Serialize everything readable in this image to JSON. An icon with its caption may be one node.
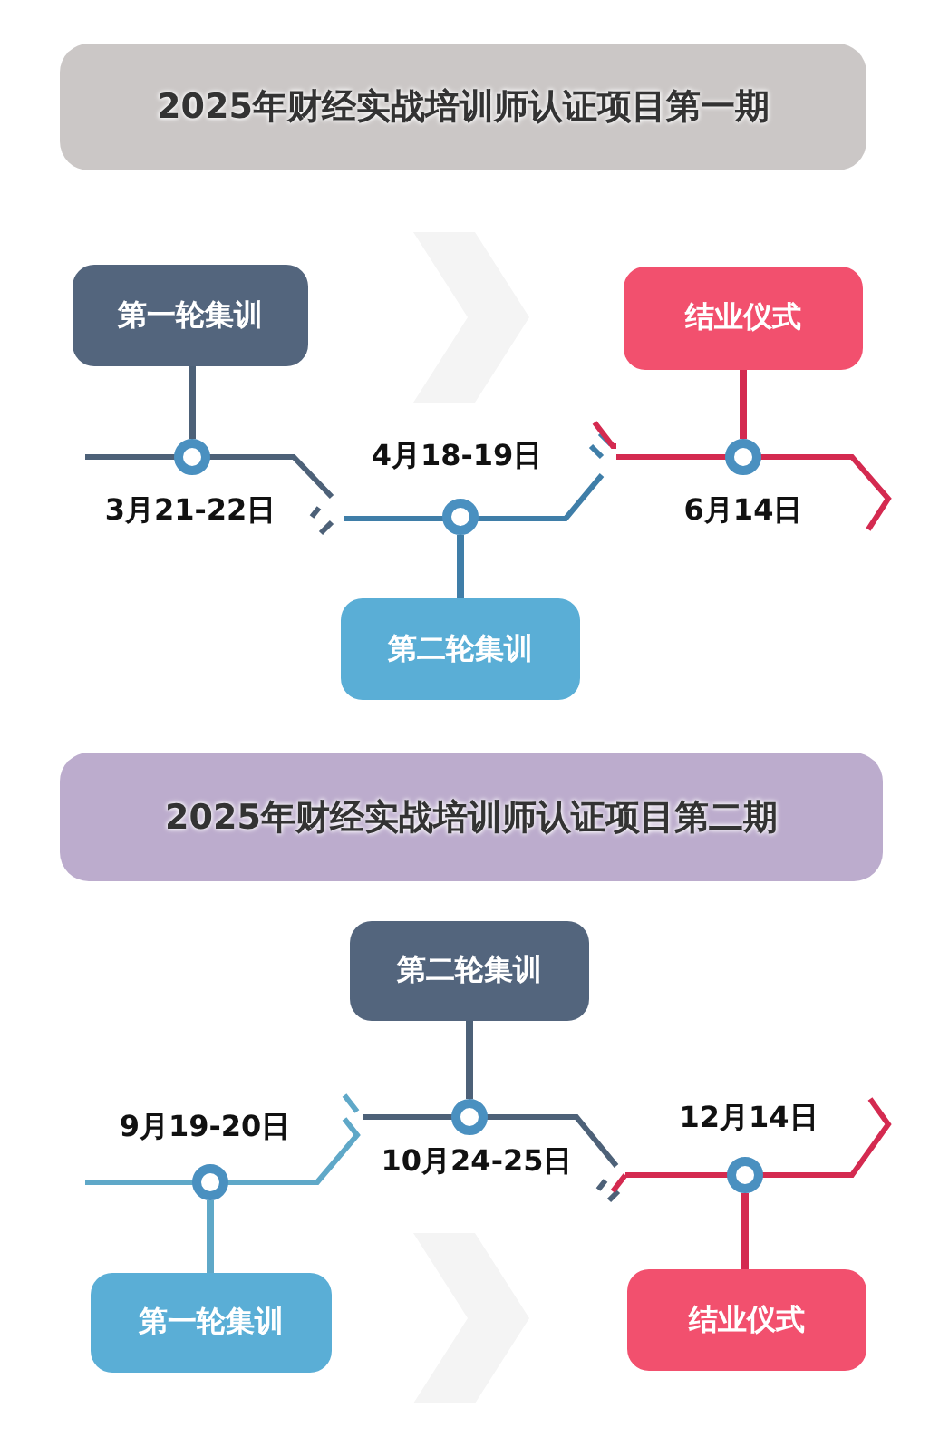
{
  "diagram": {
    "nodes": [
      {
        "text": [
          "2025年财经实战培训师认证项目第一期"
        ]
      },
      {
        "text": [
          "第一轮集训"
        ]
      },
      {
        "text": [],
        "shape": "circle",
        "beside": [
          "3月21-22日"
        ]
      },
      {
        "text": [
          "第二轮集训"
        ]
      },
      {
        "text": [],
        "shape": "circle",
        "beside": [
          "4月18-19日"
        ]
      },
      {
        "text": [
          "结业仪式"
        ]
      },
      {
        "text": [],
        "shape": "circle",
        "beside": [
          "6月14日"
        ]
      },
      {
        "text": [
          "2025年财经实战培训师认证项目第二期"
        ]
      },
      {
        "text": [
          "第一轮集训"
        ]
      },
      {
        "text": [],
        "shape": "circle",
        "beside": [
          "9月19-20日"
        ]
      },
      {
        "text": [
          "第二轮集训"
        ]
      },
      {
        "text": [],
        "shape": "circle",
        "beside": [
          "10月24-25日"
        ]
      },
      {
        "text": [
          "结业仪式"
        ]
      },
      {
        "text": [],
        "shape": "circle",
        "beside": [
          "12月14日"
        ]
      }
    ],
    "edges": [
      {
        "from": 1,
        "to": 2,
        "arrow": "none",
        "color": "#4d6178"
      },
      {
        "from": 3,
        "to": 4,
        "arrow": "none",
        "color": "#3f7ea8"
      },
      {
        "from": 5,
        "to": 6,
        "arrow": "none",
        "color": "#d42a50"
      },
      {
        "from": 8,
        "to": 9,
        "arrow": "none",
        "color": "#5fa8c8"
      },
      {
        "from": 10,
        "to": 11,
        "arrow": "none",
        "color": "#4d6178"
      },
      {
        "from": 12,
        "to": 13,
        "arrow": "none",
        "color": "#d42a50"
      }
    ]
  }
}
